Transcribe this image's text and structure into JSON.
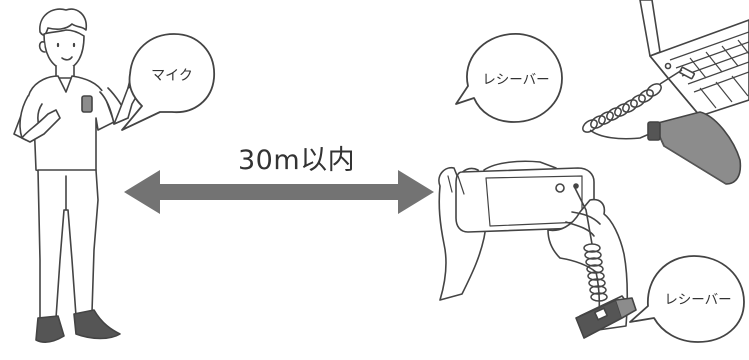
{
  "labels": {
    "mic": "マイク",
    "receiver_laptop": "レシーバー",
    "receiver_phone": "レシーバー",
    "distance": "30m以内"
  },
  "colors": {
    "line": "#444444",
    "arrow": "#737373",
    "bubble_fill": "#ffffff",
    "device_gray": "#8c8c8c",
    "device_dark": "#555555"
  }
}
